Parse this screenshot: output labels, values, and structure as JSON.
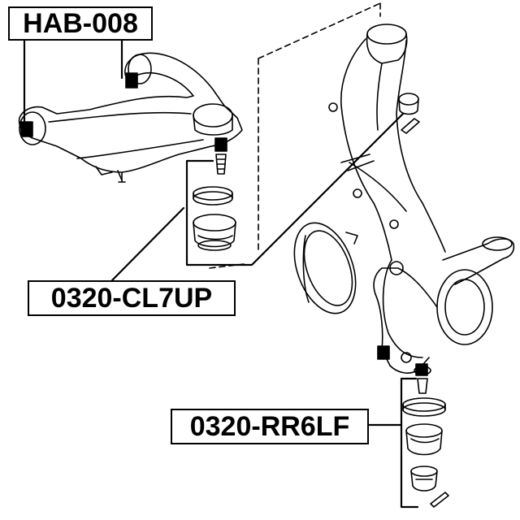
{
  "labels": {
    "upper_arm_bushing": "HAB-008",
    "upper_ball_joint": "0320-CL7UP",
    "lower_ball_joint": "0320-RR6LF"
  },
  "colors": {
    "line": "#000000",
    "background": "#ffffff",
    "highlight": "#000000"
  }
}
